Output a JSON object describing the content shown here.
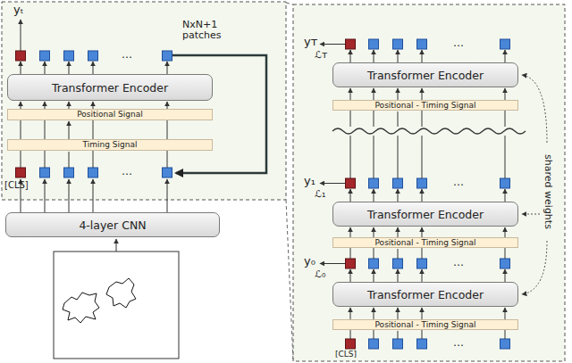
{
  "diagram": {
    "nodes": [
      {
        "text": [
          "Transformer Encoder"
        ]
      },
      {
        "text": [
          "Positional Signal"
        ]
      },
      {
        "text": [
          "Timing Signal"
        ]
      },
      {
        "text": [
          "4-layer CNN"
        ]
      },
      {
        "text": [
          "Transformer Encoder"
        ]
      },
      {
        "text": [
          "Positional - Timing Signal"
        ]
      },
      {
        "text": [
          "Transformer Encoder"
        ]
      },
      {
        "text": [
          "Positional - Timing Signal"
        ]
      },
      {
        "text": [
          "Transformer Encoder"
        ]
      },
      {
        "text": [
          "Positional - Timing Signal"
        ]
      }
    ],
    "edges": [
      {
        "from": 1,
        "to": 0,
        "arrow": "to"
      },
      {
        "from": 2,
        "to": 1,
        "arrow": "to"
      },
      {
        "from": 5,
        "to": 4,
        "arrow": "to"
      },
      {
        "from": 7,
        "to": 6,
        "arrow": "to"
      },
      {
        "from": 9,
        "to": 8,
        "arrow": "to"
      }
    ],
    "labels": [
      "yₜ",
      "NxN+1 patches",
      "…",
      "…",
      "[CLS]",
      "yᴛ",
      "ℒᴛ",
      "…",
      "y₁",
      "ℒ₁",
      "…",
      "y₀",
      "ℒ₀",
      "…",
      "…",
      "[CLS]",
      "shared weights"
    ]
  }
}
